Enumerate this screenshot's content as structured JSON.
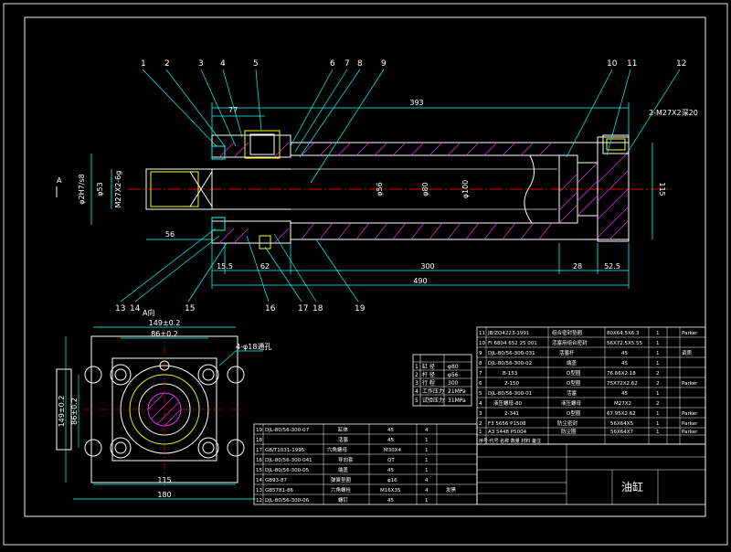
{
  "drawing": {
    "title": "油缸",
    "balloons": [
      "1",
      "2",
      "3",
      "4",
      "5",
      "6",
      "7",
      "8",
      "9",
      "10",
      "11",
      "12",
      "13",
      "14",
      "15",
      "16",
      "17",
      "18",
      "19"
    ],
    "dims": {
      "top_length": "393",
      "d77": "77",
      "d56": "56",
      "d155": "15.5",
      "d62": "62",
      "d300": "300",
      "d28": "28",
      "d525": "52.5",
      "d490": "490",
      "d115r": "115",
      "port_note": "2-M27X2深20",
      "m27": "M27X2-6g",
      "phi53": "φ53",
      "phi32": "φ2H7/s8",
      "phi56": "φ56",
      "phi80": "φ80",
      "phi100": "φ100",
      "section_a": "A",
      "a_view": "A向"
    },
    "endview": {
      "d149": "149±0.2",
      "d86": "86±0.2",
      "d86v": "86±0.2",
      "d149v": "149±0.2",
      "d115": "115",
      "d180": "180",
      "holes": "4-φ18通孔"
    }
  },
  "spec_table": {
    "rows": [
      {
        "n": "1",
        "k": "缸 径",
        "v": "φ80"
      },
      {
        "n": "2",
        "k": "杆 径",
        "v": "φ56"
      },
      {
        "n": "3",
        "k": "行 程",
        "v": "300"
      },
      {
        "n": "4",
        "k": "工作压力",
        "v": "21MPa"
      },
      {
        "n": "5",
        "k": "试验压力",
        "v": "31MPa"
      }
    ]
  },
  "bom_left": {
    "rows": [
      {
        "no": "19",
        "code": "DJL-80/56-300-07",
        "name": "缸体",
        "spec": "45",
        "qty": "4",
        "note": ""
      },
      {
        "no": "18",
        "code": "",
        "name": "活塞",
        "spec": "45",
        "qty": "1",
        "note": ""
      },
      {
        "no": "17",
        "code": "GB/T1031-1995",
        "name": "六角螺母",
        "spec": "M30X4",
        "qty": "1",
        "note": ""
      },
      {
        "no": "16",
        "code": "DJL-80/56-300-041",
        "name": "导向套",
        "spec": "QT",
        "qty": "1",
        "note": ""
      },
      {
        "no": "15",
        "code": "DJL-80/56-300-05",
        "name": "端盖",
        "spec": "45",
        "qty": "1",
        "note": ""
      },
      {
        "no": "14",
        "code": "GB93-87",
        "name": "弹簧垫圈",
        "spec": "φ16",
        "qty": "4",
        "note": ""
      },
      {
        "no": "13",
        "code": "GB5781-86",
        "name": "六角螺栓",
        "spec": "M16X35",
        "qty": "4",
        "note": "发黑"
      },
      {
        "no": "12",
        "code": "DJL-80/56-300-06",
        "name": "螺钉",
        "spec": "45",
        "qty": "1",
        "note": ""
      }
    ]
  },
  "bom_right": {
    "rows": [
      {
        "no": "11",
        "code": "JB/ZQ4223-1991",
        "name": "组合密封垫圈",
        "spec": "80X64.5X6.3",
        "qty": "1",
        "note": "Parker"
      },
      {
        "no": "10",
        "code": "FI 6804 652 25 001",
        "name": "活塞用组合密封",
        "spec": "56X72.5X5.55",
        "qty": "1",
        "note": ""
      },
      {
        "no": "9",
        "code": "DJL-80/56-300-031",
        "name": "活塞杆",
        "spec": "45",
        "qty": "1",
        "note": "调质"
      },
      {
        "no": "8",
        "code": "DJL-80/56-300-02",
        "name": "端盖",
        "spec": "45",
        "qty": "1",
        "note": ""
      },
      {
        "no": "7",
        "code": "B-153",
        "name": "O型圈",
        "spec": "76.66X2.18",
        "qty": "2",
        "note": ""
      },
      {
        "no": "6",
        "code": "2-150",
        "name": "O型圈",
        "spec": "75X72X2.62",
        "qty": "2",
        "note": "Parker"
      },
      {
        "no": "5",
        "code": "DJL-80/56-300-01",
        "name": "活塞",
        "spec": "45",
        "qty": "1",
        "note": ""
      },
      {
        "no": "4",
        "code": "液压螺母-80",
        "name": "液压螺母",
        "spec": "M27X2",
        "qty": "2",
        "note": ""
      },
      {
        "no": "3",
        "code": "2-341",
        "name": "O型圈",
        "spec": "67.95X2.62",
        "qty": "1",
        "note": "Parker"
      },
      {
        "no": "2",
        "code": "F3 5656 P1508",
        "name": "防尘密封",
        "spec": "56X64X5",
        "qty": "1",
        "note": "Parker"
      },
      {
        "no": "1",
        "code": "A3 5448 P5004",
        "name": "防尘圈",
        "spec": "56X64X7",
        "qty": "1",
        "note": "Parker"
      }
    ],
    "footer": "序号 代号 名称 数量 材料 备注"
  }
}
